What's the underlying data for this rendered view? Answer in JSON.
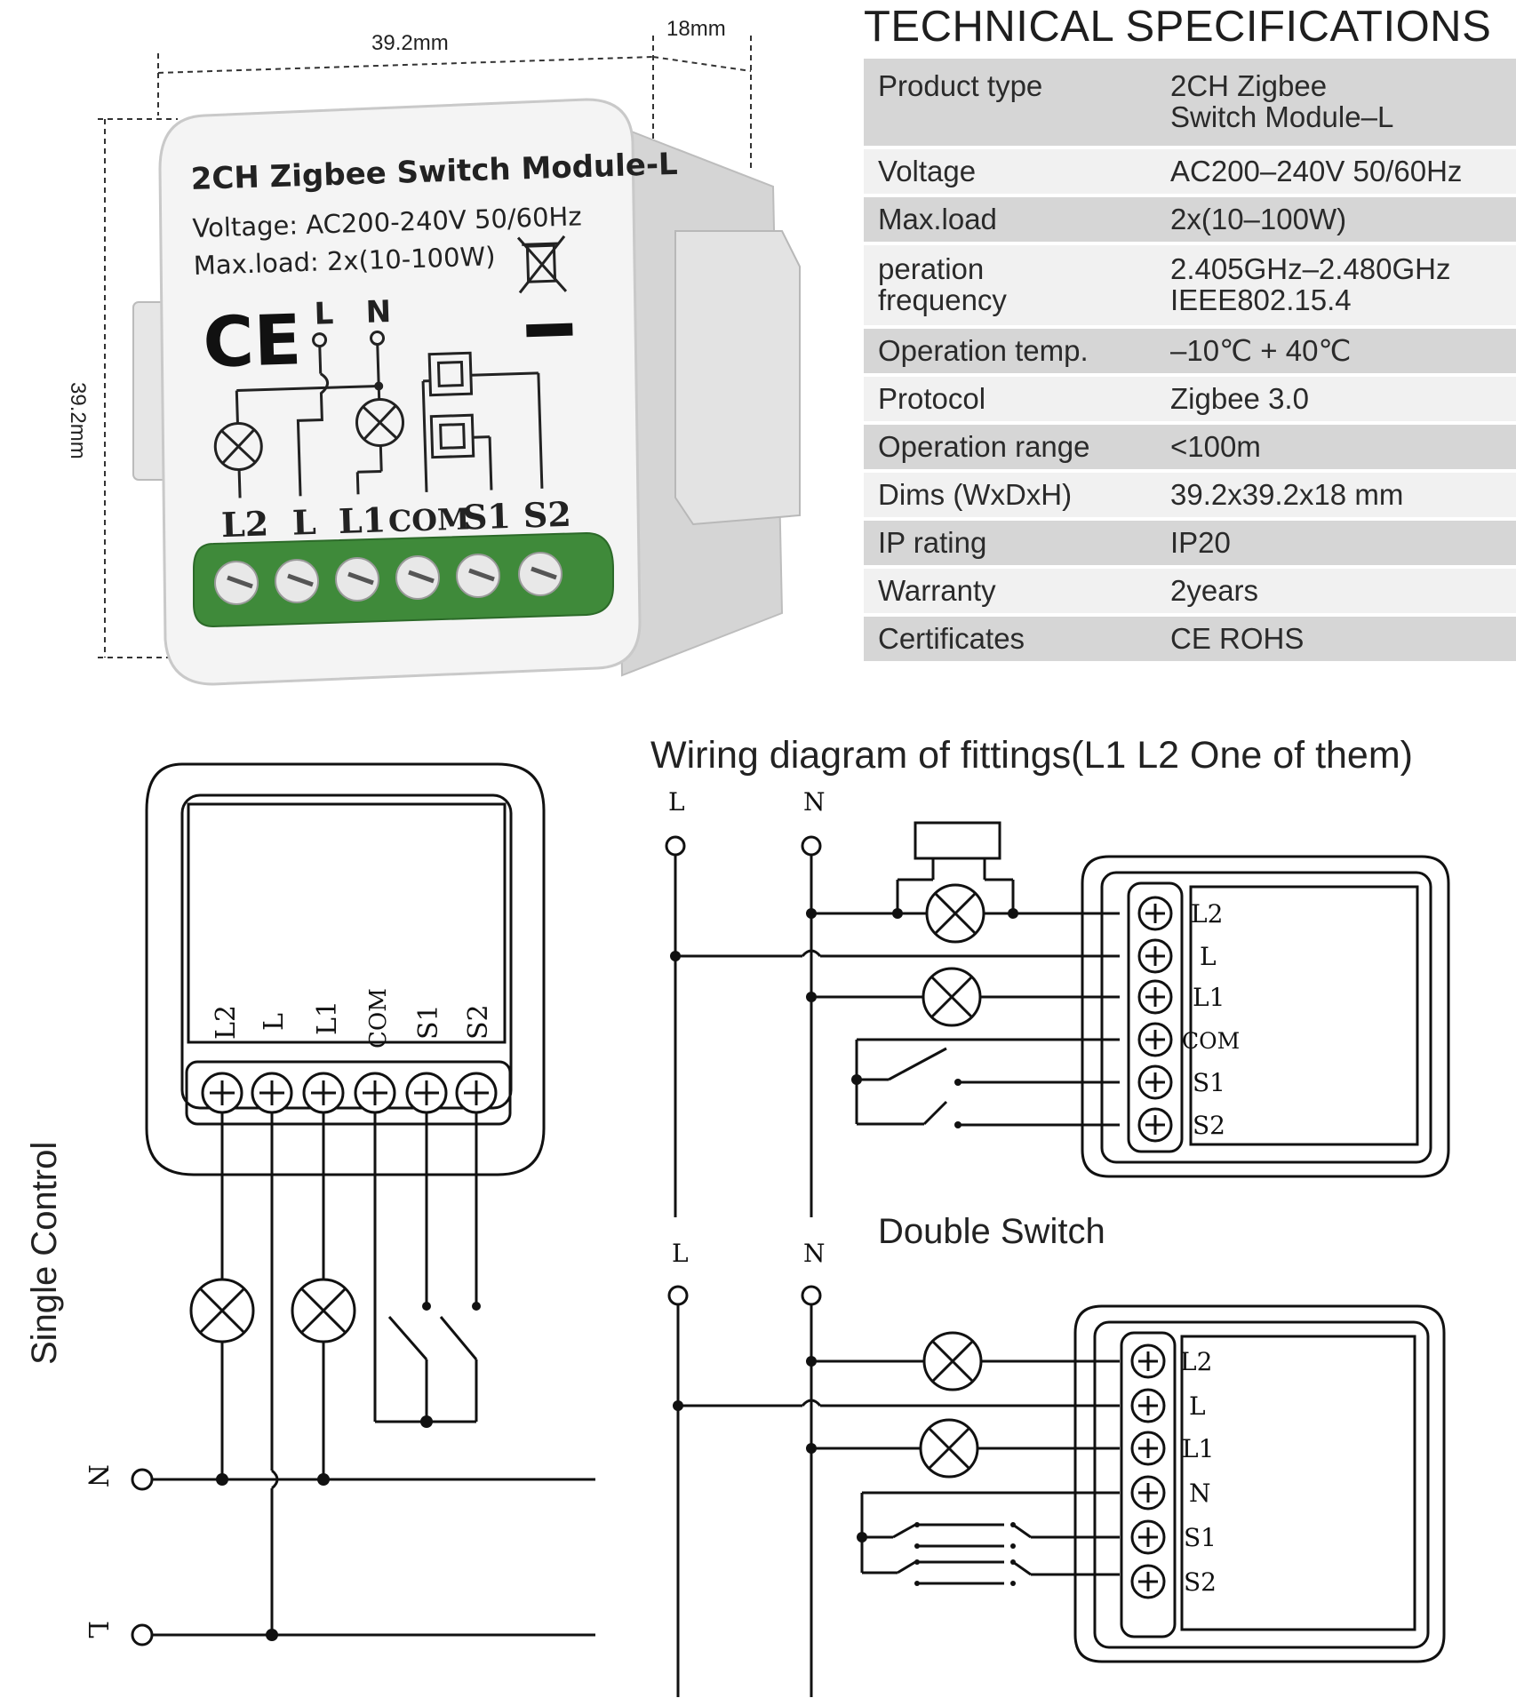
{
  "product": {
    "title": "2CH Zigbee Switch Module-L",
    "voltage": "Voltage: AC200-240V 50/60Hz",
    "maxload": "Max.load: 2x(10-100W)",
    "ce": "CE",
    "terminals": [
      "L2",
      "L",
      "L1",
      "COM",
      "S1",
      "S2"
    ],
    "diagram_labels": [
      "L",
      "N"
    ]
  },
  "dimensions": {
    "width": "39.2mm",
    "depth": "18mm",
    "height": "39.2mm"
  },
  "specs": {
    "title": "TECHNICAL SPECIFICATIONS",
    "rows": [
      {
        "label": "Product type",
        "value": "2CH Zigbee",
        "value2": "Switch Module–L"
      },
      {
        "label": "Voltage",
        "value": "AC200–240V 50/60Hz"
      },
      {
        "label": "Max.load",
        "value": "2x(10–100W)"
      },
      {
        "label": "peration",
        "label2": "frequency",
        "value": "2.405GHz–2.480GHz",
        "value2": "IEEE802.15.4"
      },
      {
        "label": "Operation temp.",
        "value": "–10℃ + 40℃"
      },
      {
        "label": "Protocol",
        "value": "Zigbee  3.0"
      },
      {
        "label": "Operation range",
        "value": "<100m"
      },
      {
        "label": "Dims (WxDxH)",
        "value": "39.2x39.2x18 mm"
      },
      {
        "label": "IP rating",
        "value": "IP20"
      },
      {
        "label": "Warranty",
        "value": "2years"
      },
      {
        "label": "Certificates",
        "value": "CE ROHS"
      }
    ]
  },
  "single": {
    "title": "Single Control",
    "terminals": [
      "L2",
      "L",
      "L1",
      "COM",
      "S1",
      "S2"
    ],
    "supply": [
      "N",
      "L"
    ]
  },
  "wiring": {
    "title": "Wiring diagram of fittings(L1 L2 One of them)",
    "top": {
      "supply": [
        "L",
        "N"
      ],
      "terminals": [
        "L2",
        "L",
        "L1",
        "COM",
        "S1",
        "S2"
      ]
    },
    "double_title": "Double Switch",
    "bottom": {
      "supply": [
        "L",
        "N"
      ],
      "terminals": [
        "L2",
        "L",
        "L1",
        "N",
        "S1",
        "S2"
      ]
    }
  },
  "colors": {
    "terminal_green": "#3f8a3a",
    "table_dark": "#d6d6d6",
    "table_light": "#f1f1f1",
    "line": "#111111"
  }
}
